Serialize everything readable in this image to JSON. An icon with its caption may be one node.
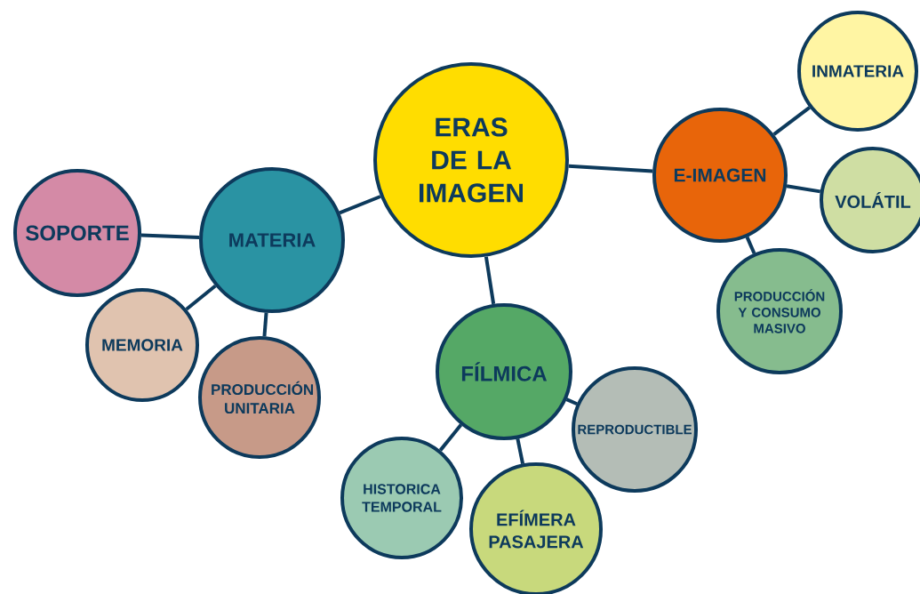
{
  "diagram": {
    "nodes": [
      {
        "text": [
          "ERAS DE LA IMAGEN"
        ]
      },
      {
        "text": [
          "MATERIA"
        ]
      },
      {
        "text": [
          "SOPORTE"
        ]
      },
      {
        "text": [
          "MEMORIA"
        ]
      },
      {
        "text": [
          "PRODUCCIÓN UNITARIA"
        ]
      },
      {
        "text": [
          "FÍLMICA"
        ]
      },
      {
        "text": [
          "HISTORICA TEMPORAL"
        ]
      },
      {
        "text": [
          "EFÍMERA PASAJERA"
        ]
      },
      {
        "text": [
          "REPRODUCTIBLE"
        ]
      },
      {
        "text": [
          "E-IMAGEN"
        ]
      },
      {
        "text": [
          "INMATERIA"
        ]
      },
      {
        "text": [
          "VOLÁTIL"
        ]
      },
      {
        "text": [
          "PRODUCCIÓN Y CONSUMO MASIVO"
        ]
      }
    ],
    "edges": [
      {
        "from": 0,
        "to": 1,
        "arrow": "none"
      },
      {
        "from": 0,
        "to": 5,
        "arrow": "none"
      },
      {
        "from": 0,
        "to": 9,
        "arrow": "none"
      },
      {
        "from": 1,
        "to": 2,
        "arrow": "none"
      },
      {
        "from": 1,
        "to": 3,
        "arrow": "none"
      },
      {
        "from": 1,
        "to": 4,
        "arrow": "none"
      },
      {
        "from": 5,
        "to": 6,
        "arrow": "none"
      },
      {
        "from": 5,
        "to": 7,
        "arrow": "none"
      },
      {
        "from": 5,
        "to": 8,
        "arrow": "none"
      },
      {
        "from": 9,
        "to": 10,
        "arrow": "none"
      },
      {
        "from": 9,
        "to": 11,
        "arrow": "none"
      },
      {
        "from": 9,
        "to": 12,
        "arrow": "none"
      }
    ]
  }
}
